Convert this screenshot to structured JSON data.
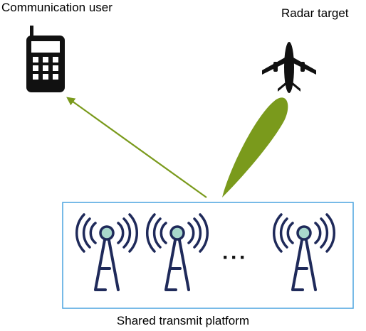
{
  "labels": {
    "communication_user": "Communication user",
    "radar_target": "Radar target",
    "platform": "Shared transmit platform",
    "ellipsis": "···"
  },
  "icons": {
    "phone": "mobile-phone-icon",
    "aircraft": "airplane-icon",
    "antenna": "antenna-tower-icon"
  },
  "colors": {
    "beam": "#7a9a1c",
    "platform_border": "#4aa3df",
    "antenna": "#1f2a5a",
    "antenna_head": "#a8d8cc"
  }
}
